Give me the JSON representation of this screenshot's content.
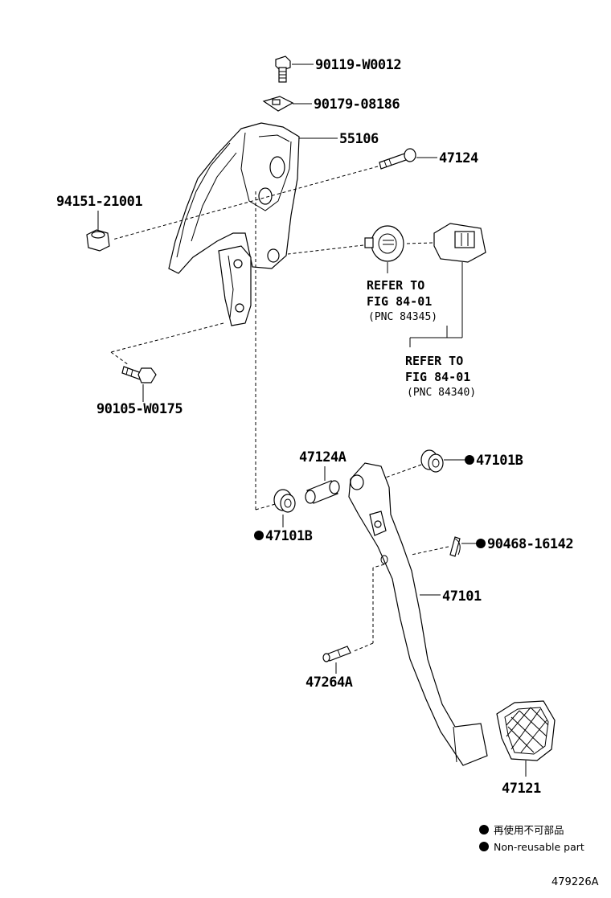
{
  "parts": {
    "bolt_top": "90119-W0012",
    "nut_clip": "90179-08186",
    "bracket": "55106",
    "pin_bolt": "47124",
    "nut_left": "94151-21001",
    "bolt_lower": "90105-W0175",
    "collar": "47124A",
    "bushing_right": "47101B",
    "bushing_left": "47101B",
    "clip_pin": "90468-16142",
    "pedal_arm": "47101",
    "stop_pin": "47264A",
    "pedal_pad": "47121"
  },
  "refs": {
    "ref1_line1": "REFER TO",
    "ref1_line2": "FIG 84-01",
    "ref1_line3": "(PNC 84345)",
    "ref2_line1": "REFER TO",
    "ref2_line2": "FIG 84-01",
    "ref2_line3": "(PNC 84340)"
  },
  "legend": {
    "jp": "再使用不可部品",
    "en": "Non-reusable part"
  },
  "illustration_code": "479226A",
  "colors": {
    "ink": "#000000",
    "background": "#ffffff"
  }
}
